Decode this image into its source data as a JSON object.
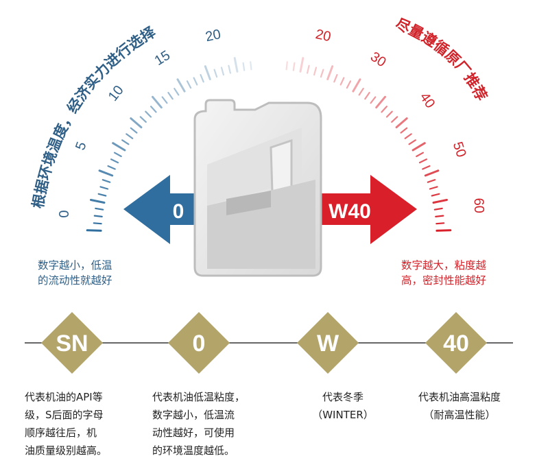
{
  "arc": {
    "left_title": "根据环境温度，经济实力进行选择",
    "right_title": "尽量遵循原厂推荐",
    "left_ticks": [
      "0",
      "5",
      "10",
      "15",
      "20"
    ],
    "right_ticks": [
      "20",
      "30",
      "40",
      "50",
      "60"
    ]
  },
  "arrows": {
    "left_label": "0",
    "right_label": "W40",
    "left_color": "#2f6e9e",
    "right_color": "#d9202a"
  },
  "notes": {
    "left": [
      "数字越小，低温",
      "的流动性就越好"
    ],
    "right": [
      "数字越大，粘度越",
      "高，密封性能越好"
    ]
  },
  "diamonds": [
    {
      "label": "SN",
      "description": [
        "代表机油的API等",
        "级，S后面的字母",
        "顺序越往后，机",
        "油质量级别越高。"
      ]
    },
    {
      "label": "0",
      "description": [
        "代表机油低温粘度，",
        "数字越小，低温流",
        "动性越好，可使用",
        "的环境温度越低。"
      ]
    },
    {
      "label": "W",
      "description": [
        "代表冬季",
        "（WINTER）"
      ]
    },
    {
      "label": "40",
      "description": [
        "代表机油高温粘度",
        "（耐高温性能）"
      ]
    }
  ],
  "colors": {
    "blue": "#2f5f86",
    "red": "#d0232a",
    "gold": "#b3a46a"
  }
}
